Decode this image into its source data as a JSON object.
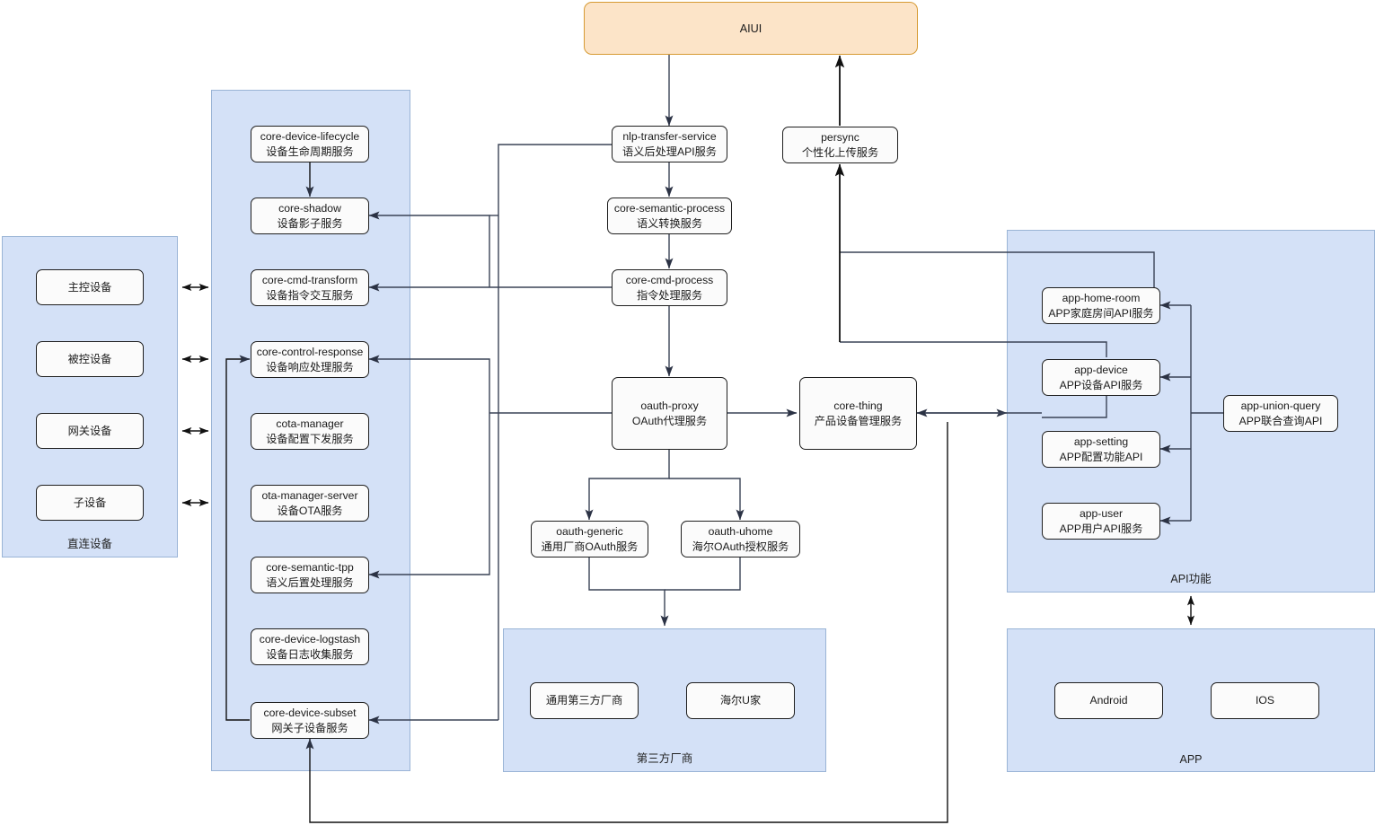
{
  "diagram": {
    "title": "AIUI",
    "aiui": {
      "label": "AIUI",
      "color": "#fce4c8"
    },
    "group_fill": "#d4e1f7",
    "groups": [
      {
        "key": "direct_device",
        "label": "直连设备"
      },
      {
        "key": "core_services",
        "label": ""
      },
      {
        "key": "third_party",
        "label": "第三方厂商"
      },
      {
        "key": "api_function",
        "label": "API功能"
      },
      {
        "key": "app",
        "label": "APP"
      }
    ],
    "direct_device_nodes": [
      {
        "en": "",
        "cn": "主控设备"
      },
      {
        "en": "",
        "cn": "被控设备"
      },
      {
        "en": "",
        "cn": "网关设备"
      },
      {
        "en": "",
        "cn": "子设备"
      }
    ],
    "core_nodes": [
      {
        "en": "core-device-lifecycle",
        "cn": "设备生命周期服务"
      },
      {
        "en": "core-shadow",
        "cn": "设备影子服务"
      },
      {
        "en": "core-cmd-transform",
        "cn": "设备指令交互服务"
      },
      {
        "en": "core-control-response",
        "cn": "设备响应处理服务"
      },
      {
        "en": "cota-manager",
        "cn": "设备配置下发服务"
      },
      {
        "en": "ota-manager-server",
        "cn": "设备OTA服务"
      },
      {
        "en": "core-semantic-tpp",
        "cn": "语义后置处理服务"
      },
      {
        "en": "core-device-logstash",
        "cn": "设备日志收集服务"
      },
      {
        "en": "core-device-subset",
        "cn": "网关子设备服务"
      }
    ],
    "center_nodes": [
      {
        "en": "nlp-transfer-service",
        "cn": "语义后处理API服务"
      },
      {
        "en": "core-semantic-process",
        "cn": "语义转换服务"
      },
      {
        "en": "core-cmd-process",
        "cn": "指令处理服务"
      },
      {
        "en": "oauth-proxy",
        "cn": "OAuth代理服务"
      },
      {
        "en": "persync",
        "cn": "个性化上传服务"
      },
      {
        "en": "core-thing",
        "cn": "产品设备管理服务"
      },
      {
        "en": "oauth-generic",
        "cn": "通用厂商OAuth服务"
      },
      {
        "en": "oauth-uhome",
        "cn": "海尔OAuth授权服务"
      }
    ],
    "third_party_nodes": [
      {
        "en": "",
        "cn": "通用第三方厂商"
      },
      {
        "en": "",
        "cn": "海尔U家"
      }
    ],
    "api_nodes": [
      {
        "en": "app-home-room",
        "cn": "APP家庭房间API服务"
      },
      {
        "en": "app-device",
        "cn": "APP设备API服务"
      },
      {
        "en": "app-setting",
        "cn": "APP配置功能API"
      },
      {
        "en": "app-user",
        "cn": "APP用户API服务"
      }
    ],
    "union_query": {
      "en": "app-union-query",
      "cn": "APP联合查询API"
    },
    "app_nodes": [
      {
        "en": "",
        "cn": "Android"
      },
      {
        "en": "",
        "cn": "IOS"
      }
    ]
  }
}
